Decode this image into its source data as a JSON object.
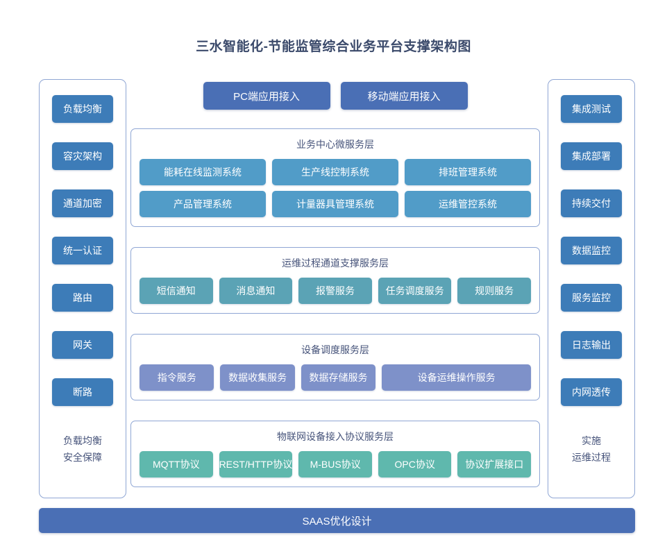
{
  "title": "三水智能化-节能监管综合业务平台支撑架构图",
  "colors": {
    "title_text": "#3b4a6b",
    "sidebar_chip": "#3d7cb8",
    "access_button": "#4a6fb5",
    "business_tile": "#519cc8",
    "ops_tile": "#5ba3b5",
    "device_tile": "#7e91c9",
    "iot_tile": "#5fb8ad",
    "panel_border": "#8fa6d4",
    "saas_bar": "#4a6fb5"
  },
  "left_column": {
    "items": [
      {
        "label": "负载均衡"
      },
      {
        "label": "容灾架构"
      },
      {
        "label": "通道加密"
      },
      {
        "label": "统一认证"
      },
      {
        "label": "路由"
      },
      {
        "label": "网关"
      },
      {
        "label": "断路"
      }
    ],
    "footer_line1": "负载均衡",
    "footer_line2": "安全保障"
  },
  "right_column": {
    "items": [
      {
        "label": "集成测试"
      },
      {
        "label": "集成部署"
      },
      {
        "label": "持续交付"
      },
      {
        "label": "数据监控"
      },
      {
        "label": "服务监控"
      },
      {
        "label": "日志输出"
      },
      {
        "label": "内网透传"
      }
    ],
    "footer_line1": "实施",
    "footer_line2": "运维过程"
  },
  "access_buttons": [
    {
      "label": "PC端应用接入"
    },
    {
      "label": "移动端应用接入"
    }
  ],
  "layers": [
    {
      "id": "business",
      "title": "业务中心微服务层",
      "rows": [
        [
          {
            "label": "能耗在线监测系统",
            "span": 1
          },
          {
            "label": "生产线控制系统",
            "span": 1
          },
          {
            "label": "排班管理系统",
            "span": 1
          }
        ],
        [
          {
            "label": "产品管理系统",
            "span": 1
          },
          {
            "label": "计量器具管理系统",
            "span": 1
          },
          {
            "label": "运维管控系统",
            "span": 1
          }
        ]
      ]
    },
    {
      "id": "ops",
      "title": "运维过程通道支撑服务层",
      "rows": [
        [
          {
            "label": "短信通知",
            "span": 1
          },
          {
            "label": "消息通知",
            "span": 1
          },
          {
            "label": "报警服务",
            "span": 1
          },
          {
            "label": "任务调度服务",
            "span": 1
          },
          {
            "label": "规则服务",
            "span": 1
          }
        ]
      ]
    },
    {
      "id": "device",
      "title": "设备调度服务层",
      "rows": [
        [
          {
            "label": "指令服务",
            "span": 1
          },
          {
            "label": "数据收集服务",
            "span": 1
          },
          {
            "label": "数据存储服务",
            "span": 1
          },
          {
            "label": "设备运维操作服务",
            "span": 2
          }
        ]
      ]
    },
    {
      "id": "iot",
      "title": "物联网设备接入协议服务层",
      "rows": [
        [
          {
            "label": "MQTT协议",
            "span": 1
          },
          {
            "label": "REST/HTTP协议",
            "span": 1
          },
          {
            "label": "M-BUS协议",
            "span": 1
          },
          {
            "label": "OPC协议",
            "span": 1
          },
          {
            "label": "协议扩展接口",
            "span": 1
          }
        ]
      ]
    }
  ],
  "saas_bar": {
    "label": "SAAS优化设计"
  }
}
